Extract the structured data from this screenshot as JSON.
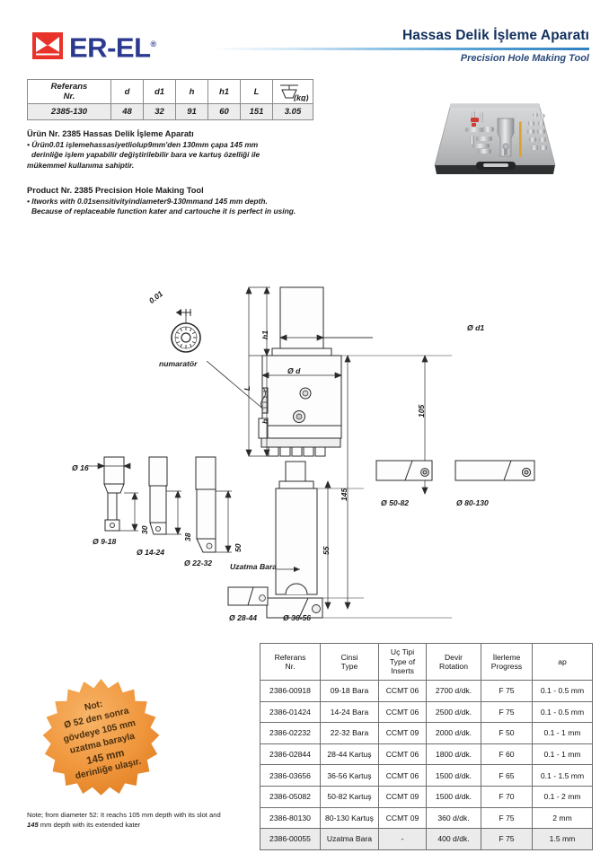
{
  "header": {
    "logo_text": "ER-EL",
    "logo_registered": "®",
    "title_tr": "Hassas Delik İşleme Aparatı",
    "title_en": "Precision Hole Making Tool"
  },
  "spec_table": {
    "headers": [
      "Referans\nNr.",
      "d",
      "d1",
      "h",
      "h1",
      "L",
      "(kg)"
    ],
    "header_ref_line1": "Referans",
    "header_ref_line2": "Nr.",
    "header_d": "d",
    "header_d1": "d1",
    "header_h": "h",
    "header_h1": "h1",
    "header_L": "L",
    "header_kg": "(kg)",
    "row": {
      "ref": "2385-130",
      "d": "48",
      "d1": "32",
      "h": "91",
      "h1": "60",
      "L": "151",
      "kg": "3.05"
    }
  },
  "description_tr": {
    "heading": "Ürün Nr. 2385 Hassas Delik İşleme Aparatı",
    "line1": "• Ürün0.01 işlemehassasiyetliolup9mm'den 130mm çapa 145 mm",
    "line2": "derinliğe işlem yapabilir değiştirilebilir bara ve kartuş özelliği ile",
    "line3": "mükemmel kullanıma sahiptir."
  },
  "description_en": {
    "heading": "Product Nr. 2385 Precision Hole Making Tool",
    "line1": "• Itworks with 0.01sensitivityindiameter9-130mmand 145 mm depth.",
    "line2": "Because of replaceable function kater and cartouche it is perfect in using."
  },
  "drawing": {
    "tolerance": "0.01",
    "dial_label": "numaratör",
    "dim_h1": "h1",
    "dim_L": "L",
    "dim_h": "h",
    "dim_Dd": "Ø d",
    "dim_Dd1": "Ø d1",
    "dim_105": "105",
    "dim_145": "145",
    "dim_55": "55",
    "bars": [
      {
        "shank": "Ø 16",
        "length": "30",
        "label": "Ø 9-18"
      },
      {
        "shank": "",
        "length": "38",
        "label": "Ø 14-24"
      },
      {
        "shank": "",
        "length": "50",
        "label": "Ø 22-32"
      }
    ],
    "extension_label": "Uzatma Bara",
    "cartridges_bottom": [
      "Ø 28-44",
      "Ø 36-56"
    ],
    "cartridges_right": [
      "Ø 50-82",
      "Ø 80-130"
    ]
  },
  "badge": {
    "line1": "Not:",
    "line2": "Ø 52 den sonra",
    "line3": "gövdeye 105 mm",
    "line4": "uzatma barayla",
    "line5": "145 mm",
    "line6": "derinliğe ulaşır.",
    "color": "#F0963C"
  },
  "note_en": {
    "line1": "Note; from diameter 52: It reachs 105 mm depth with its slot and",
    "line2_bold": "145",
    "line2_rest": " mm depth with its extended kater"
  },
  "data_table": {
    "headers": [
      {
        "tr": "Referans",
        "en": "Nr."
      },
      {
        "tr": "Cinsi",
        "en": "Type"
      },
      {
        "tr": "Uç Tipi",
        "en": "Type of",
        "en2": "Inserts"
      },
      {
        "tr": "Devir",
        "en": "Rotation"
      },
      {
        "tr": "İlerleme",
        "en": "Progress"
      },
      {
        "tr": "ap",
        "en": ""
      }
    ],
    "rows": [
      {
        "ref": "2386-00918",
        "type": "09-18 Bara",
        "insert": "CCMT 06",
        "rotation": "2700 d/dk.",
        "progress": "F 75",
        "ap": "0.1 - 0.5 mm"
      },
      {
        "ref": "2386-01424",
        "type": "14-24 Bara",
        "insert": "CCMT 06",
        "rotation": "2500 d/dk.",
        "progress": "F 75",
        "ap": "0.1 - 0.5 mm"
      },
      {
        "ref": "2386-02232",
        "type": "22-32 Bara",
        "insert": "CCMT 09",
        "rotation": "2000 d/dk.",
        "progress": "F 50",
        "ap": "0.1 - 1 mm"
      },
      {
        "ref": "2386-02844",
        "type": "28-44 Kartuş",
        "insert": "CCMT 06",
        "rotation": "1800 d/dk.",
        "progress": "F 60",
        "ap": "0.1 - 1 mm"
      },
      {
        "ref": "2386-03656",
        "type": "36-56 Kartuş",
        "insert": "CCMT 06",
        "rotation": "1500 d/dk.",
        "progress": "F 65",
        "ap": "0.1 - 1.5 mm"
      },
      {
        "ref": "2386-05082",
        "type": "50-82 Kartuş",
        "insert": "CCMT 09",
        "rotation": "1500 d/dk.",
        "progress": "F 70",
        "ap": "0.1 - 2 mm"
      },
      {
        "ref": "2386-80130",
        "type": "80-130 Kartuş",
        "insert": "CCMT 09",
        "rotation": "360 d/dk.",
        "progress": "F 75",
        "ap": "2 mm"
      },
      {
        "ref": "2386-00055",
        "type": "Uzatma Bara",
        "insert": "-",
        "rotation": "400 d/dk.",
        "progress": "F 75",
        "ap": "1.5 mm"
      }
    ]
  }
}
